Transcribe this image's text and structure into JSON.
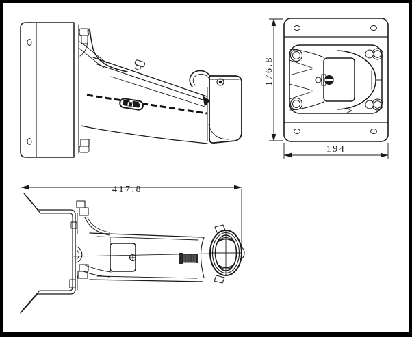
{
  "drawing": {
    "background_color": "#ffffff",
    "frame_color": "#000000",
    "line_color": "#1a1a1a"
  },
  "dimensions": {
    "rear_height": "176.8",
    "rear_width": "194",
    "top_length": "417.8"
  }
}
